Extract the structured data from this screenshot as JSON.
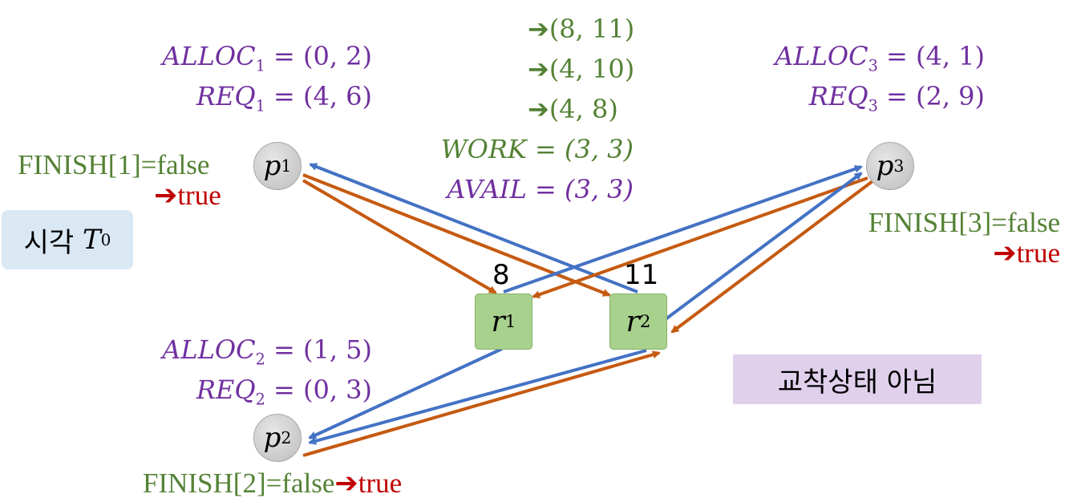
{
  "p1": {
    "label": "p",
    "sub": "1",
    "alloc_name": "ALLOC",
    "alloc_sub": "1",
    "alloc_val": "= (0, 2)",
    "req_name": "REQ",
    "req_sub": "1",
    "req_val": "= (4, 6)",
    "finish": "FINISH[1]=false",
    "finish_next": "true"
  },
  "p2": {
    "label": "p",
    "sub": "2",
    "alloc_name": "ALLOC",
    "alloc_sub": "2",
    "alloc_val": "= (1, 5)",
    "req_name": "REQ",
    "req_sub": "2",
    "req_val": "= (0, 3)",
    "finish": "FINISH[2]=false",
    "finish_next": "true"
  },
  "p3": {
    "label": "p",
    "sub": "3",
    "alloc_name": "ALLOC",
    "alloc_sub": "3",
    "alloc_val": "= (4, 1)",
    "req_name": "REQ",
    "req_sub": "3",
    "req_val": "= (2, 9)",
    "finish": "FINISH[3]=false",
    "finish_next": "true"
  },
  "r1": {
    "label": "r",
    "sub": "1",
    "count": "8"
  },
  "r2": {
    "label": "r",
    "sub": "2",
    "count": "11"
  },
  "work_steps": [
    "(8, 11)",
    "(4, 10)",
    "(4, 8)"
  ],
  "work": "WORK = (3, 3)",
  "avail": "AVAIL = (3, 3)",
  "time_label": "시각",
  "time_var": "T",
  "time_sub": "0",
  "status": "교착상태 아님",
  "arrow_glyph": "➔",
  "colors": {
    "purple": "#7030a0",
    "green": "#548235",
    "red": "#c00000",
    "request_edge": "#4472c4",
    "alloc_edge": "#c55a11",
    "time_box": "#dae8f4",
    "status_box": "#e0d0ec"
  }
}
